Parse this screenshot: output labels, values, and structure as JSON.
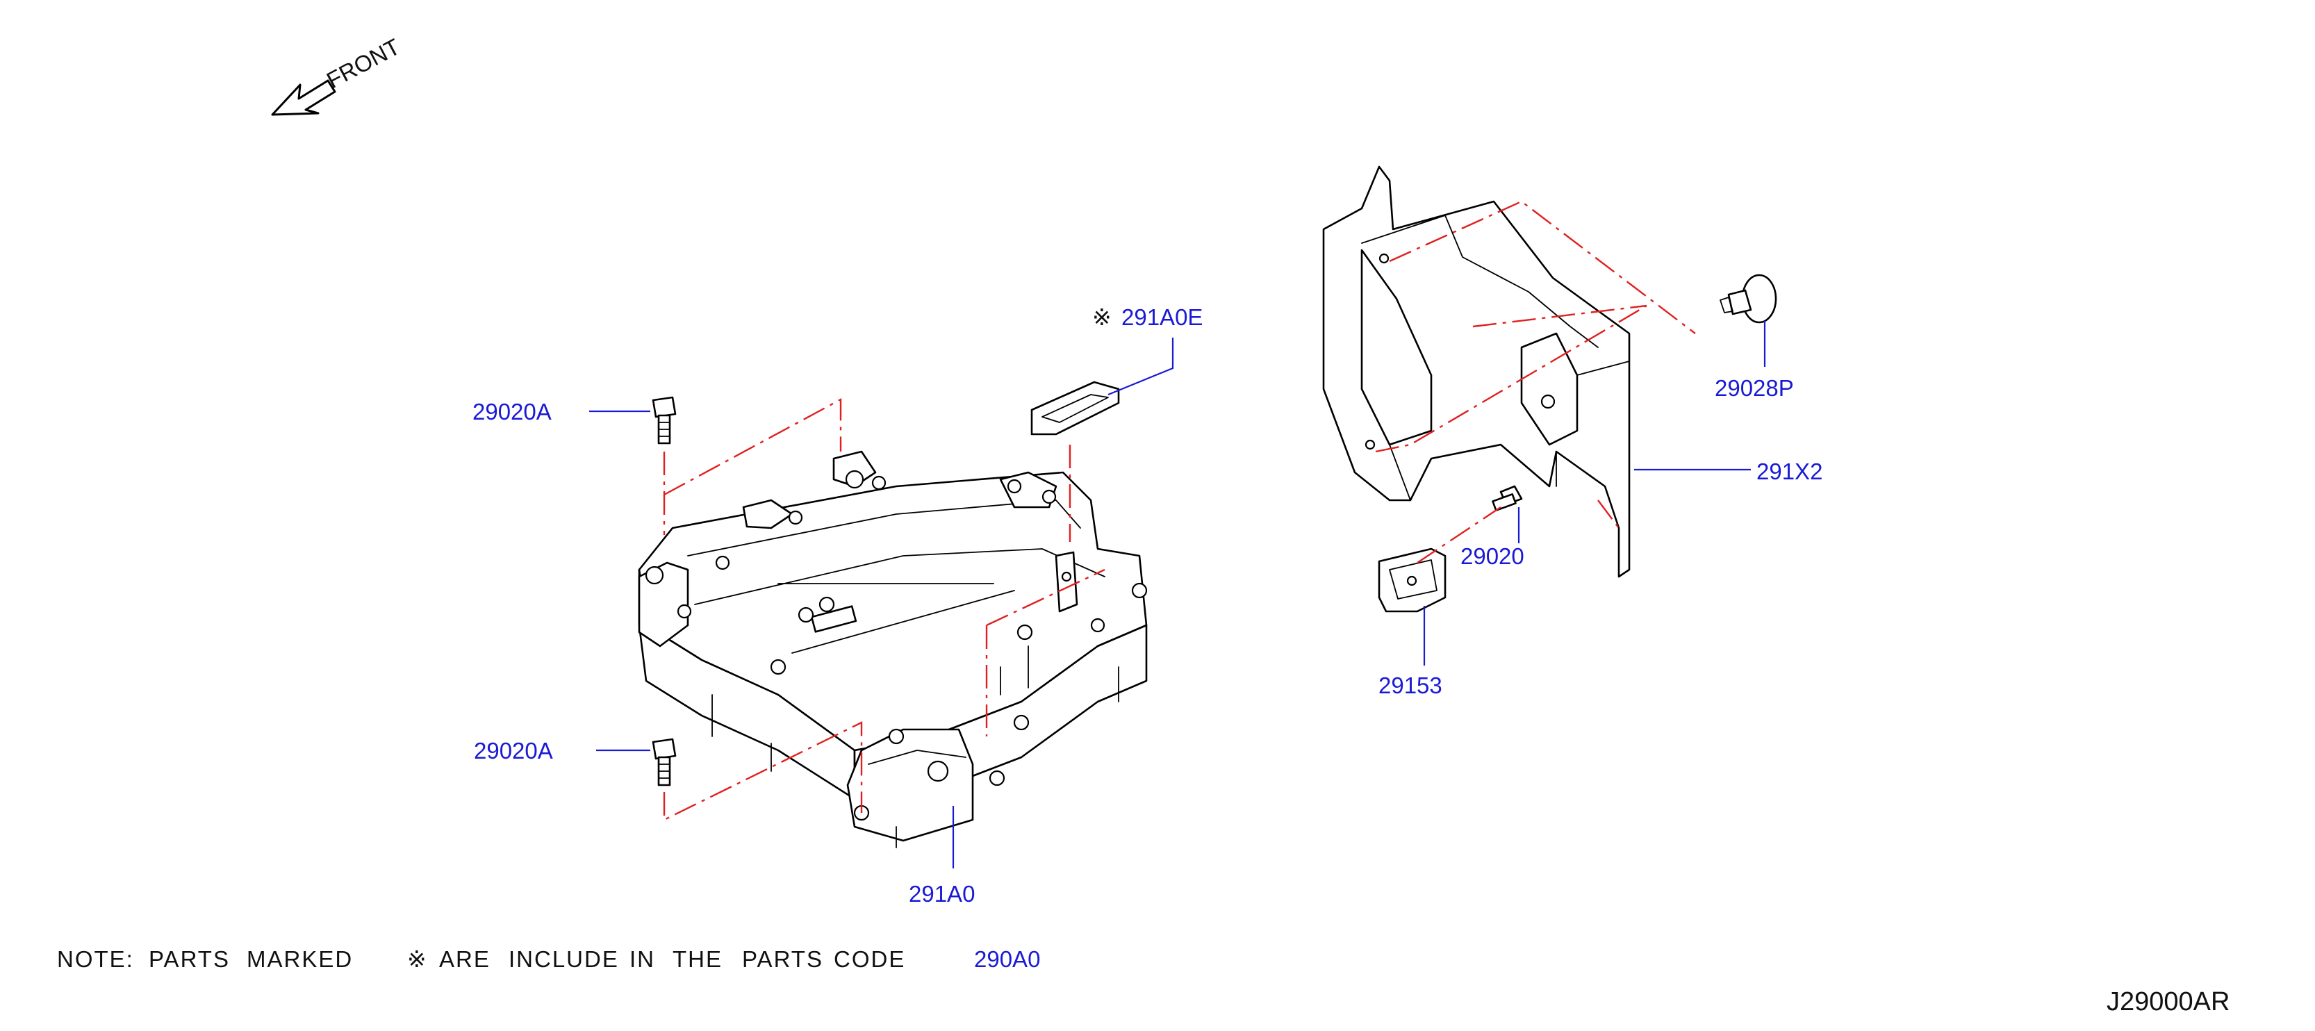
{
  "diagram_id": "J29000AR",
  "front_indicator": {
    "label": "FRONT"
  },
  "part_labels": {
    "bolt_upper": "29020A",
    "bolt_lower": "29020A",
    "gasket": "291A0E",
    "gasket_marker": "※",
    "inverter": "291A0",
    "clip": "29028P",
    "cover": "291X2",
    "bracket": "29153",
    "bracket_bolt": "29020"
  },
  "note": {
    "w1": "NOTE:",
    "w2": "PARTS",
    "w3": "MARKED",
    "marker": "※",
    "w4": "ARE",
    "w5": "INCLUDE",
    "w6": "IN",
    "w7": "THE",
    "w8": "PARTS",
    "w9": "CODE",
    "code": "290A0"
  },
  "colors": {
    "label": "#1a1ad6",
    "leader": "#1a1ad6",
    "dash_line": "#e02020",
    "linework": "#000000"
  }
}
